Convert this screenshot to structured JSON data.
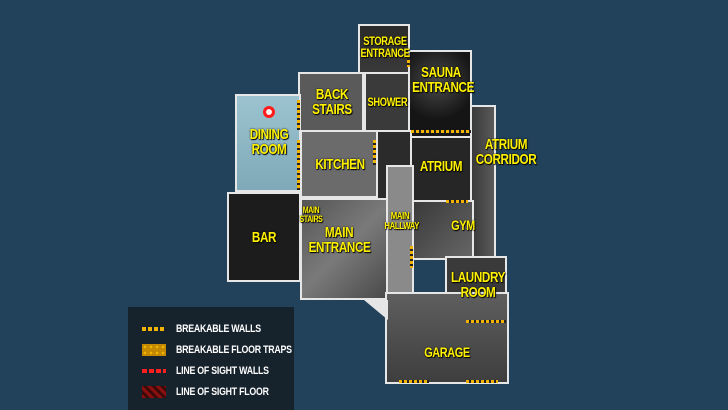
{
  "map": {
    "background_color": "#22415a",
    "label_color": "#fff200",
    "rooms": [
      {
        "id": "storage-entrance",
        "label": "STORAGE\nENTRANCE"
      },
      {
        "id": "sauna-entrance",
        "label": "SAUNA\nENTRANCE"
      },
      {
        "id": "back-stairs",
        "label": "BACK\nSTAIRS"
      },
      {
        "id": "shower",
        "label": "SHOWER"
      },
      {
        "id": "dining-room",
        "label": "DINING\nROOM"
      },
      {
        "id": "kitchen",
        "label": "KITCHEN"
      },
      {
        "id": "atrium",
        "label": "ATRIUM"
      },
      {
        "id": "atrium-corridor",
        "label": "ATRIUM\nCORRIDOR"
      },
      {
        "id": "bar",
        "label": "BAR"
      },
      {
        "id": "main-stairs",
        "label": "MAIN\nSTAIRS"
      },
      {
        "id": "main-entrance",
        "label": "MAIN\nENTRANCE"
      },
      {
        "id": "main-hallway",
        "label": "MAIN\nHALLWAY"
      },
      {
        "id": "gym",
        "label": "GYM"
      },
      {
        "id": "laundry-room",
        "label": "LAUNDRY\nROOM"
      },
      {
        "id": "garage",
        "label": "GARAGE"
      }
    ],
    "marker": {
      "icon": "location-pin-icon",
      "color": "#ff1c1c",
      "room": "DINING ROOM"
    }
  },
  "legend": {
    "items": [
      {
        "icon": "breakable-walls-swatch",
        "label": "BREAKABLE WALLS",
        "color": "#f2b400"
      },
      {
        "icon": "breakable-floor-traps-swatch",
        "label": "BREAKABLE FLOOR TRAPS",
        "color": "#f2b400"
      },
      {
        "icon": "line-of-sight-walls-swatch",
        "label": "LINE OF SIGHT WALLS",
        "color": "#ff1e1e"
      },
      {
        "icon": "line-of-sight-floor-swatch",
        "label": "LINE OF SIGHT FLOOR",
        "color": "#8a1010"
      }
    ]
  }
}
